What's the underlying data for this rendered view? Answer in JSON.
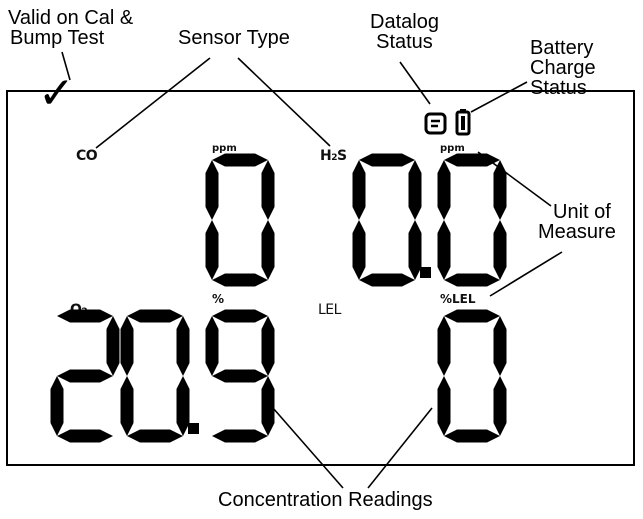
{
  "callouts": {
    "valid": [
      "Valid on Cal &",
      "Bump Test"
    ],
    "sensor_type": "Sensor Type",
    "datalog": [
      "Datalog",
      "Status"
    ],
    "battery": [
      "Battery",
      "Charge",
      "Status"
    ],
    "unit": [
      "Unit of",
      "Measure"
    ],
    "concentration": "Concentration Readings"
  },
  "check_mark": "✓",
  "sensors": [
    {
      "id": "co",
      "label": "CO",
      "unit": "ppm",
      "reading": "0"
    },
    {
      "id": "h2s",
      "label_main": "H",
      "label_sub": "2",
      "label_tail": "S",
      "unit": "ppm",
      "reading": "0.0"
    },
    {
      "id": "o2",
      "label_main": "O",
      "label_sub": "2",
      "unit": "%",
      "reading": "20.9"
    },
    {
      "id": "lel",
      "label": "LEL",
      "unit": "%LEL",
      "reading": "0"
    }
  ],
  "icons": {
    "datalog": "datalog-icon",
    "battery": "battery-icon"
  }
}
